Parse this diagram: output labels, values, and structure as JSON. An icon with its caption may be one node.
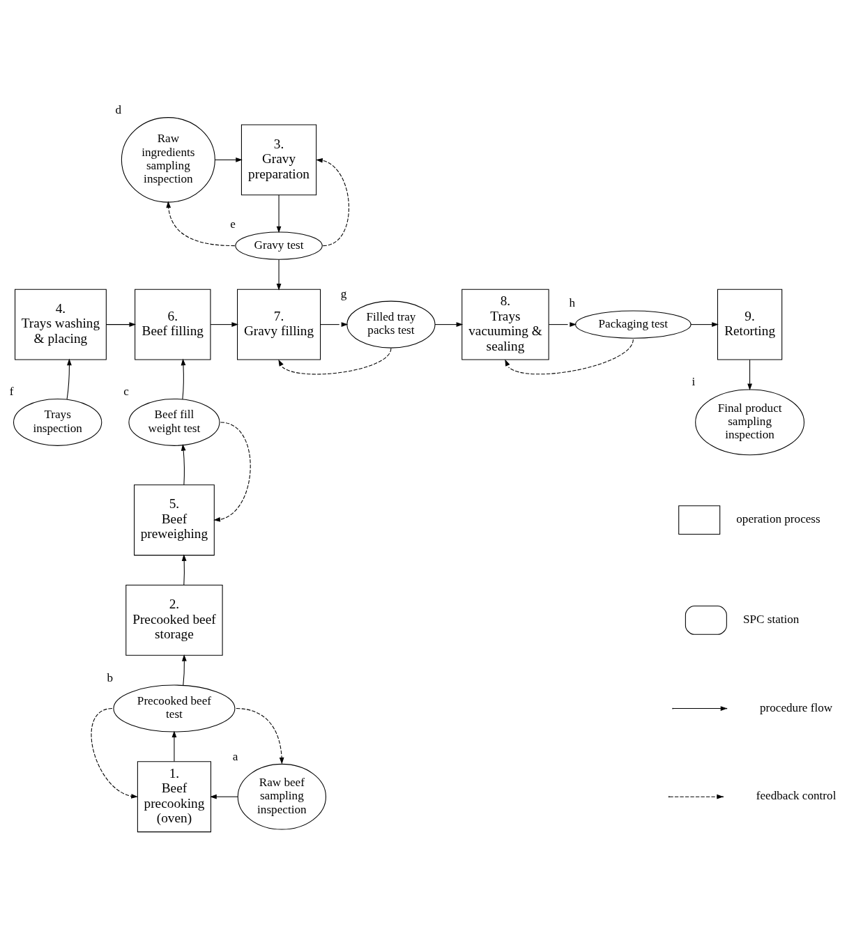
{
  "diagram": {
    "nodes": [
      {
        "text": [
          "Raw ingredients sampling inspection"
        ],
        "beside": [
          "d"
        ]
      },
      {
        "text": [
          "3.",
          "Gravy preparation"
        ]
      },
      {
        "text": [
          "Gravy test"
        ],
        "beside": [
          "e"
        ]
      },
      {
        "text": [
          "4.",
          "Trays washing & placing"
        ]
      },
      {
        "text": [
          "6.",
          "Beef filling"
        ]
      },
      {
        "text": [
          "7.",
          "Gravy filling"
        ]
      },
      {
        "text": [
          "Filled tray packs test"
        ],
        "beside": [
          "g"
        ]
      },
      {
        "text": [
          "8.",
          "Trays vacuuming & sealing"
        ]
      },
      {
        "text": [
          "Packaging test"
        ],
        "beside": [
          "h"
        ]
      },
      {
        "text": [
          "9.",
          "Retorting"
        ]
      },
      {
        "text": [
          "Trays inspection"
        ],
        "beside": [
          "f"
        ]
      },
      {
        "text": [
          "Beef fill weight test"
        ],
        "beside": [
          "c"
        ]
      },
      {
        "text": [
          "Final product sampling inspection"
        ],
        "beside": [
          "i"
        ]
      },
      {
        "text": [
          "5.",
          "Beef preweighing"
        ]
      },
      {
        "text": [
          "2.",
          "Precooked beef storage"
        ]
      },
      {
        "text": [
          "Precooked beef test"
        ],
        "beside": [
          "b"
        ]
      },
      {
        "text": [
          "1.",
          "Beef precooking (oven)"
        ]
      },
      {
        "text": [
          "Raw beef sampling inspection"
        ],
        "beside": [
          "a"
        ]
      }
    ],
    "edges": [
      {
        "from": 0,
        "to": 1,
        "arrow": "to"
      },
      {
        "from": 1,
        "to": 2,
        "arrow": "to"
      },
      {
        "from": 2,
        "to": 0,
        "arrow": "to",
        "style": "dashed"
      },
      {
        "from": 2,
        "to": 1,
        "arrow": "to",
        "style": "dashed"
      },
      {
        "from": 2,
        "to": 5,
        "arrow": "to"
      },
      {
        "from": 3,
        "to": 4,
        "arrow": "to"
      },
      {
        "from": 4,
        "to": 5,
        "arrow": "to"
      },
      {
        "from": 5,
        "to": 6,
        "arrow": "to"
      },
      {
        "from": 6,
        "to": 7,
        "arrow": "to"
      },
      {
        "from": 7,
        "to": 8,
        "arrow": "to"
      },
      {
        "from": 8,
        "to": 9,
        "arrow": "to"
      },
      {
        "from": 6,
        "to": 5,
        "arrow": "to",
        "style": "dashed"
      },
      {
        "from": 8,
        "to": 7,
        "arrow": "to",
        "style": "dashed"
      },
      {
        "from": 10,
        "to": 3,
        "arrow": "to"
      },
      {
        "from": 11,
        "to": 4,
        "arrow": "to"
      },
      {
        "from": 11,
        "to": 13,
        "arrow": "to",
        "style": "dashed"
      },
      {
        "from": 9,
        "to": 12,
        "arrow": "to"
      },
      {
        "from": 13,
        "to": 11,
        "arrow": "to"
      },
      {
        "from": 14,
        "to": 13,
        "arrow": "to"
      },
      {
        "from": 15,
        "to": 14,
        "arrow": "to"
      },
      {
        "from": 16,
        "to": 15,
        "arrow": "to"
      },
      {
        "from": 15,
        "to": 16,
        "arrow": "to",
        "style": "dashed"
      },
      {
        "from": 15,
        "to": 17,
        "arrow": "to",
        "style": "dashed"
      },
      {
        "from": 17,
        "to": 16,
        "arrow": "to"
      }
    ],
    "legend": [
      {
        "text": "operation process"
      },
      {
        "text": "SPC station"
      },
      {
        "text": "procedure flow"
      },
      {
        "text": "feedback control"
      }
    ]
  }
}
